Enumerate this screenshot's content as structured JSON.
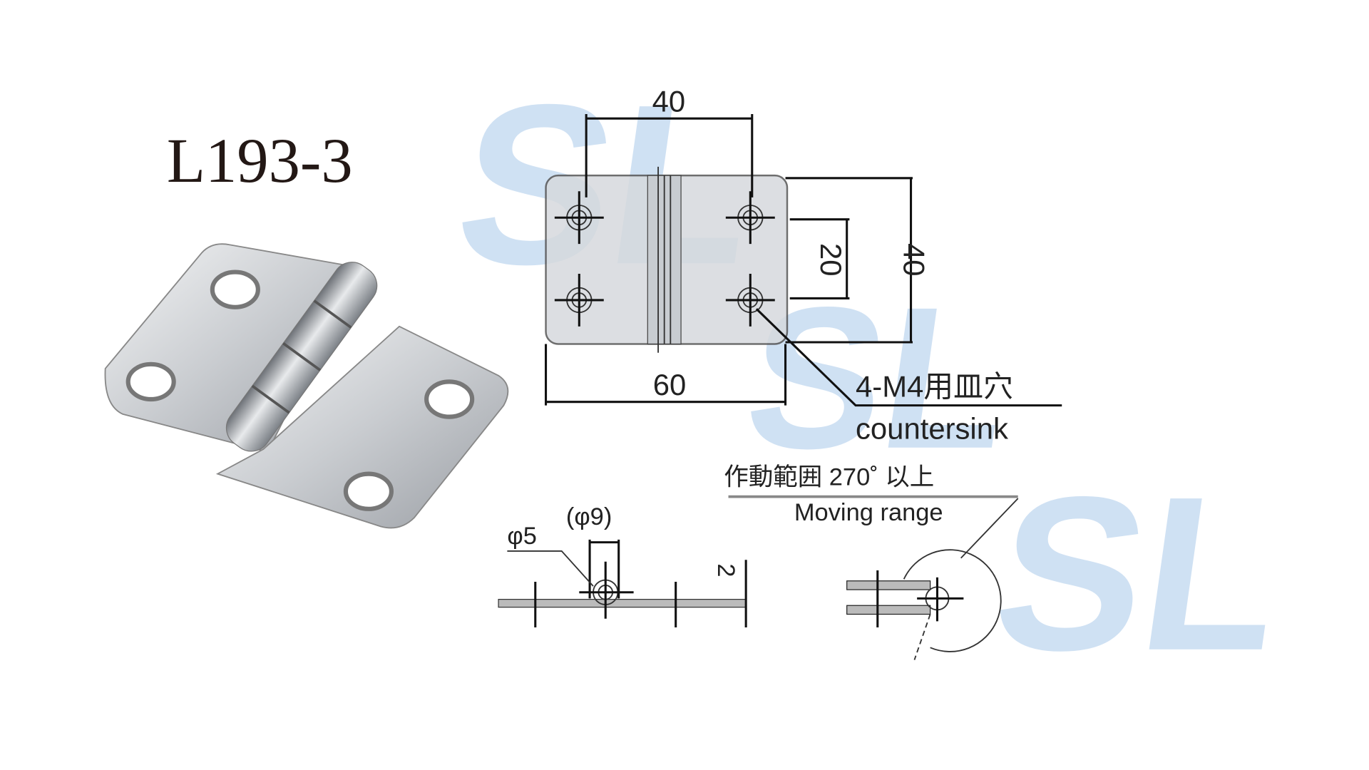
{
  "product": {
    "model": "L193-3"
  },
  "front_view": {
    "dim_hole_pitch_horizontal": "40",
    "dim_hole_pitch_vertical": "20",
    "dim_height": "40",
    "dim_width": "60",
    "hole_note_jp": "4-M4用皿穴",
    "hole_note_en": "countersink"
  },
  "side_view": {
    "pin_diameter": "φ5",
    "knuckle_diameter": "(φ9)",
    "thickness": "2"
  },
  "moving_range": {
    "note_jp": "作動範囲 270˚ 以上",
    "note_en": "Moving range"
  },
  "watermark": {
    "text": "SL",
    "color": "#8fb8e3"
  }
}
